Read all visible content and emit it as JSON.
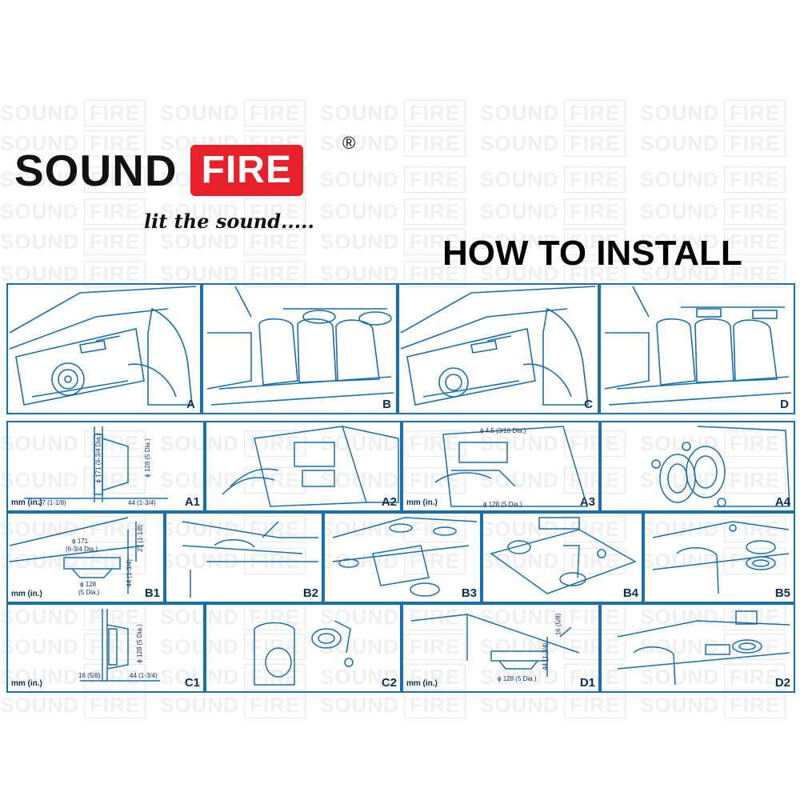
{
  "brand": {
    "name_part1": "SOUND",
    "name_part2": "FIRE",
    "registered": "®",
    "tagline": "lit the sound.....",
    "watermark_word1": "SOUND",
    "watermark_word2": "FIRE",
    "colors": {
      "accent": "#e8202a",
      "line": "#1a6fb0",
      "text": "#0c2f55"
    }
  },
  "heading": "HOW TO INSTALL",
  "panels_top": [
    {
      "id": "A",
      "label": "A"
    },
    {
      "id": "B",
      "label": "B"
    },
    {
      "id": "C",
      "label": "C"
    },
    {
      "id": "D",
      "label": "D"
    }
  ],
  "panels_detail": [
    {
      "id": "A1",
      "label": "A1",
      "units": "mm (in.)",
      "dims": [
        "ϕ 171 (6-3/4 Dia.)",
        "ϕ 128 (5 Dia.)",
        "27 (1-1/8)",
        "44 (1-3/4)"
      ]
    },
    {
      "id": "A2",
      "label": "A2"
    },
    {
      "id": "A3",
      "label": "A3",
      "units": "mm (in.)",
      "dims": [
        "ϕ 4.5 (3/16 Dia.)",
        "ϕ 128 (5 Dia.)"
      ]
    },
    {
      "id": "A4",
      "label": "A4"
    },
    {
      "id": "B1",
      "label": "B1",
      "units": "mm (in.)",
      "dims": [
        "ϕ 171",
        "(6-3/4 Dia.)",
        "27 (1-1/8)",
        "ϕ 128",
        "(5 Dia.)",
        "44 (1-3/4)"
      ]
    },
    {
      "id": "B2",
      "label": "B2"
    },
    {
      "id": "B3",
      "label": "B3"
    },
    {
      "id": "B4",
      "label": "B4"
    },
    {
      "id": "B5",
      "label": "B5"
    },
    {
      "id": "C1",
      "label": "C1",
      "units": "mm (in.)",
      "dims": [
        "ϕ 128 (5 Dia.)",
        "16 (5/8)",
        "44 (1-3/4)"
      ]
    },
    {
      "id": "C2",
      "label": "C2"
    },
    {
      "id": "D1",
      "label": "D1",
      "units": "mm (in.)",
      "dims": [
        "16 (5/8)",
        "44 (1-3/4)",
        "ϕ 128 (5 Dia.)"
      ]
    },
    {
      "id": "D2",
      "label": "D2"
    }
  ]
}
